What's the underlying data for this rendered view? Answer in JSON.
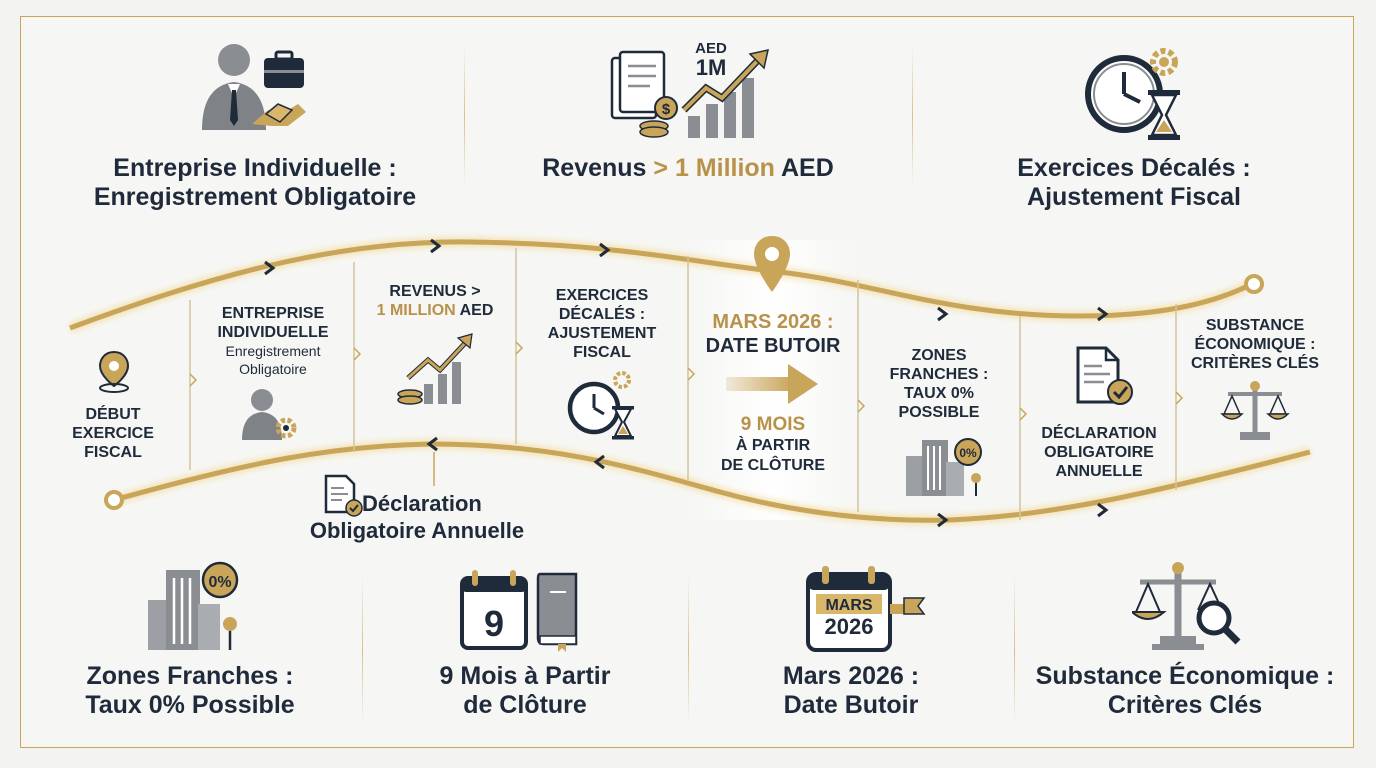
{
  "colors": {
    "navy": "#1f2a3a",
    "gold": "#b8924a",
    "gray": "#8a8d91",
    "background": "#f6f6f4"
  },
  "top_cards": [
    {
      "line1": "Entreprise Individuelle :",
      "line2": "Enregistrement Obligatoire",
      "icon": "businessman-handshake-icon"
    },
    {
      "pre": "Revenus ",
      "gold": "> 1 Million",
      "post": " AED",
      "icon": "revenue-growth-chart-icon",
      "badge_line1": "AED",
      "badge_line2": "1M"
    },
    {
      "line1": "Exercices Décalés :",
      "line2": "Ajustement Fiscal",
      "icon": "clock-hourglass-gear-icon"
    }
  ],
  "timeline": {
    "start": {
      "line1": "DÉBUT",
      "line2": "EXERCICE",
      "line3": "FISCAL",
      "icon": "location-pin-icon"
    },
    "segments": [
      {
        "line1": "ENTREPRISE",
        "line2": "INDIVIDUELLE",
        "sub1": "Enregistrement",
        "sub2": "Obligatoire",
        "icon": "person-gear-icon"
      },
      {
        "line1": "REVENUS >",
        "gold": "1 MILLION",
        "post": " AED",
        "icon": "growth-chart-icon"
      },
      {
        "line1": "EXERCICES",
        "line2": "DÉCALÉS :",
        "line3": "AJUSTEMENT",
        "line4": "FISCAL",
        "icon": "clock-hourglass-icon"
      },
      {
        "head_gold": "MARS 2026 :",
        "head": "DATE BUTOIR",
        "nine": "9 MOIS",
        "nine_sub1": "À PARTIR",
        "nine_sub2": "DE CLÔTURE",
        "icon": "map-pin-icon"
      },
      {
        "line1": "ZONES",
        "line2": "FRANCHES :",
        "line3": "TAUX 0%",
        "line4": "POSSIBLE",
        "icon": "building-zero-percent-icon",
        "badge": "0%"
      },
      {
        "line1": "DÉCLARATION",
        "line2": "OBLIGATOIRE",
        "line3": "ANNUELLE",
        "icon": "document-check-icon"
      },
      {
        "line1": "SUBSTANCE",
        "line2": "ÉCONOMIQUE :",
        "line3": "CRITÈRES CLÉS",
        "icon": "balance-scale-icon"
      }
    ],
    "declaration": {
      "line1": "Déclaration",
      "line2": "Obligatoire Annuelle",
      "icon": "document-check-icon"
    }
  },
  "bottom_cards": [
    {
      "line1": "Zones Franches :",
      "line2": "Taux 0% Possible",
      "icon": "building-zero-percent-icon",
      "badge": "0%"
    },
    {
      "line1": "9 Mois à Partir",
      "line2": "de Clôture",
      "icon": "calendar-book-icon",
      "calendar_number": "9"
    },
    {
      "line1": "Mars 2026 :",
      "line2": "Date Butoir",
      "icon": "calendar-flag-icon",
      "calendar_line1": "MARS",
      "calendar_line2": "2026"
    },
    {
      "line1": "Substance Économique :",
      "line2": "Critères Clés",
      "icon": "scale-magnifier-icon"
    }
  ]
}
